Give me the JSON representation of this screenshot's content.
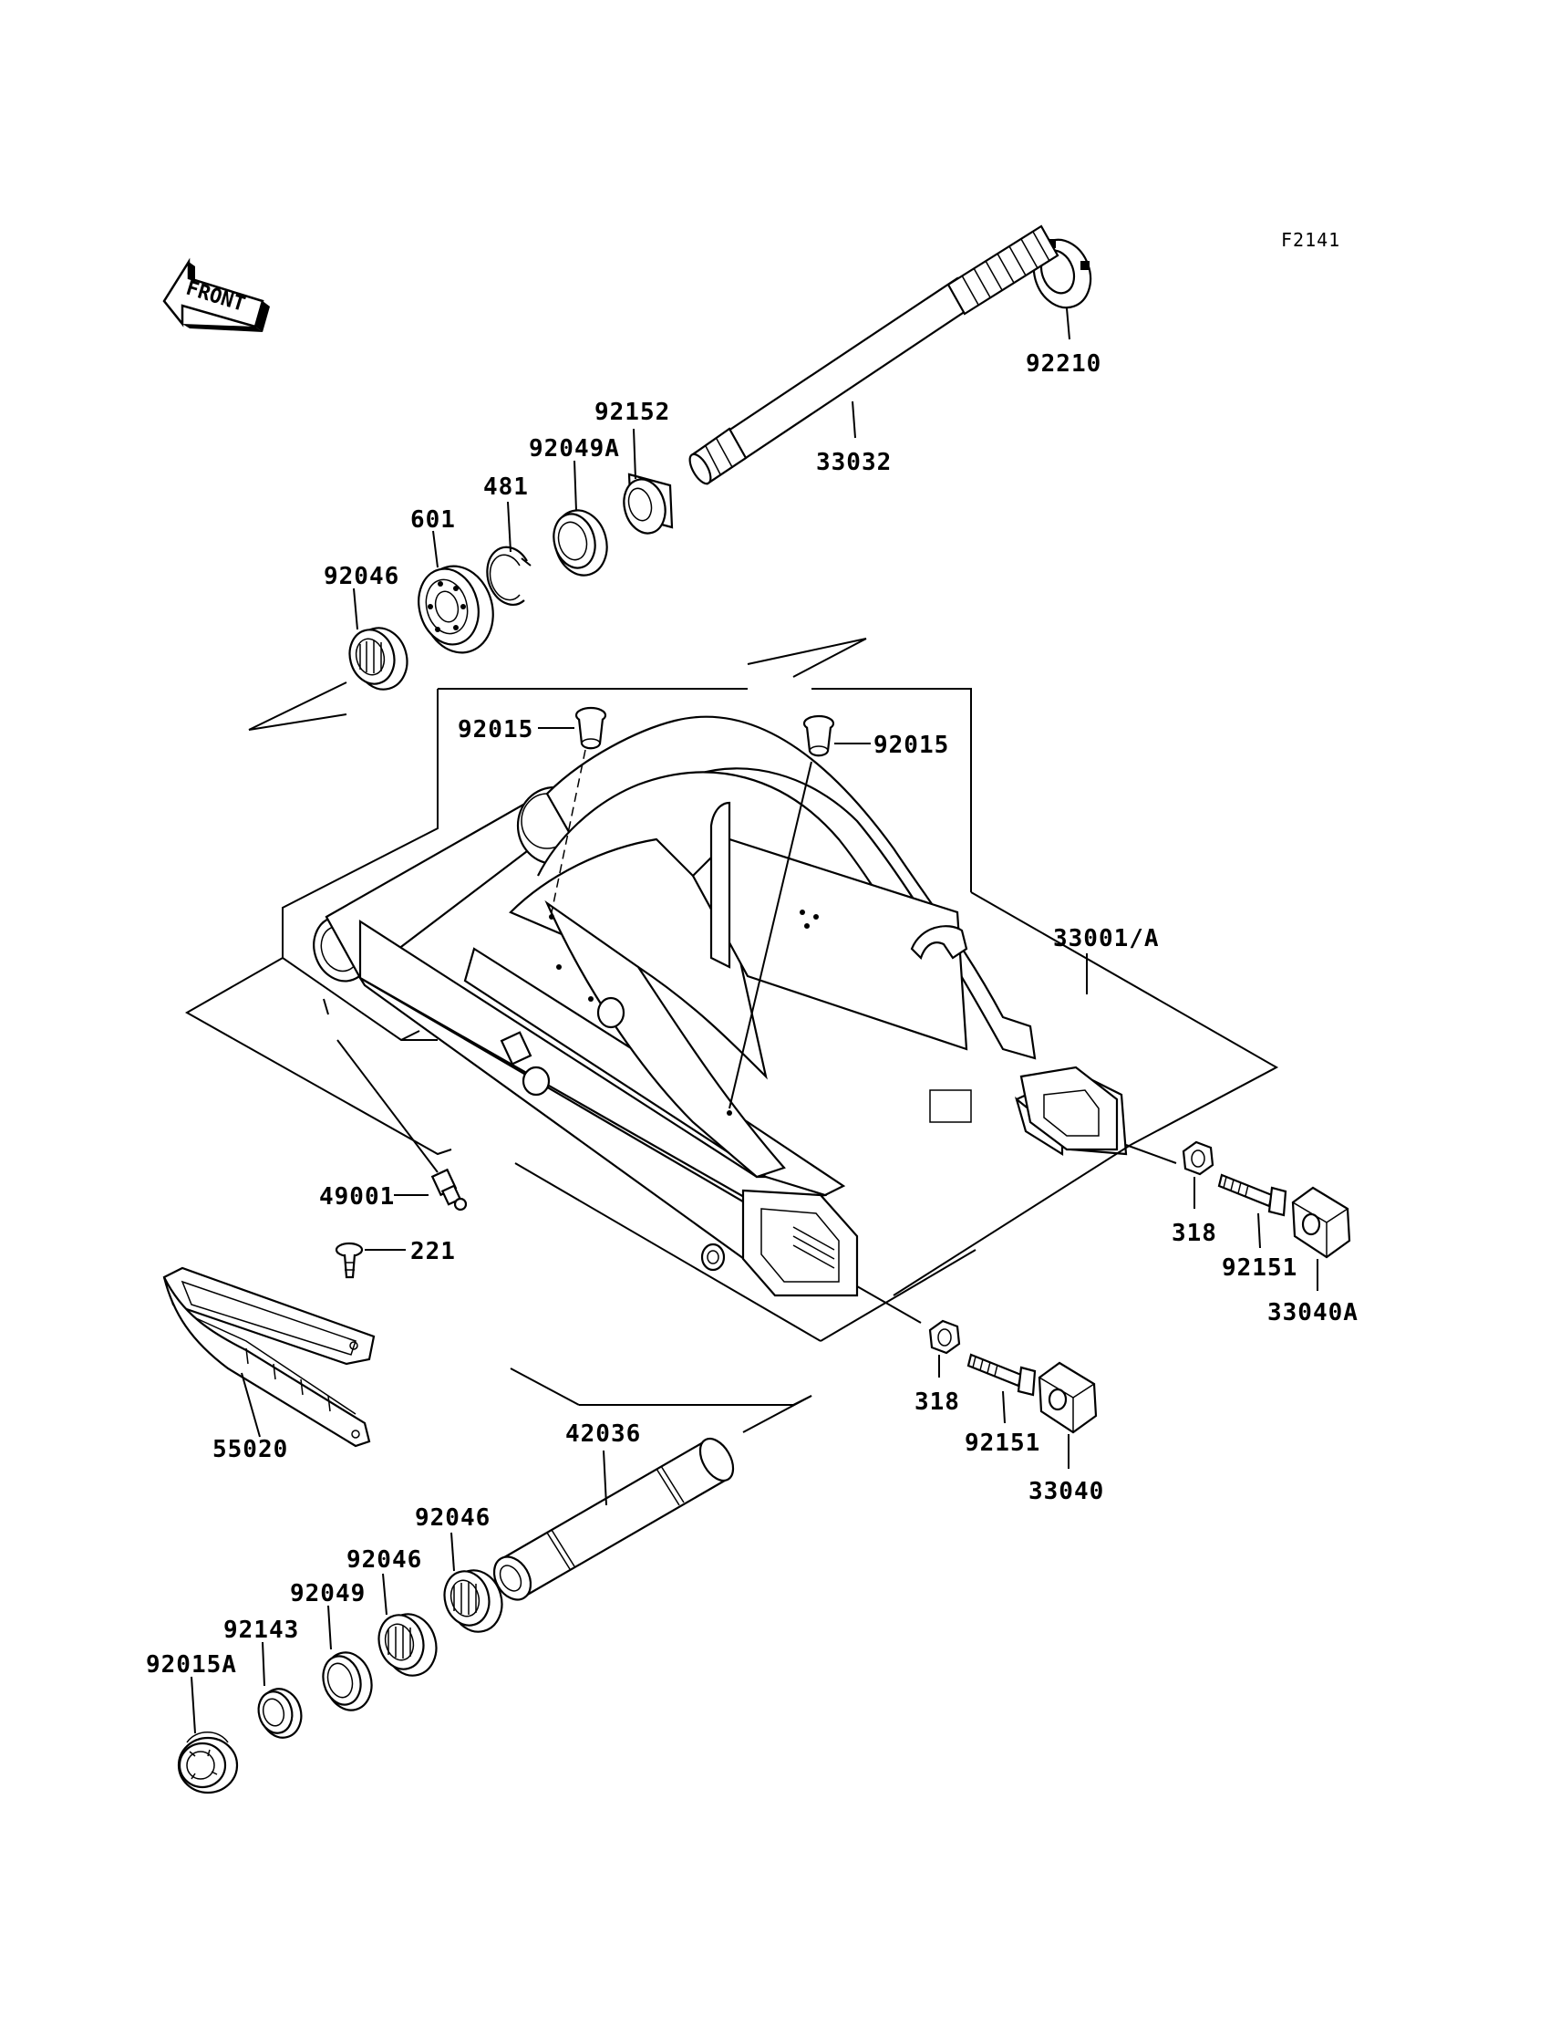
{
  "diagram": {
    "code": "F2141",
    "front_label": "FRONT",
    "parts": [
      {
        "id": "p92210",
        "number": "92210",
        "icon": "nut-icon"
      },
      {
        "id": "p33032",
        "number": "33032",
        "icon": "pivot-shaft-icon"
      },
      {
        "id": "p92152",
        "number": "92152",
        "icon": "cap-icon"
      },
      {
        "id": "p92049A",
        "number": "92049A",
        "icon": "seal-icon"
      },
      {
        "id": "p481",
        "number": "481",
        "icon": "circlip-icon"
      },
      {
        "id": "p601",
        "number": "601",
        "icon": "ball-bearing-icon"
      },
      {
        "id": "p92046a",
        "number": "92046",
        "icon": "needle-bearing-icon"
      },
      {
        "id": "p92015a",
        "number": "92015",
        "icon": "grommet-icon"
      },
      {
        "id": "p92015b",
        "number": "92015",
        "icon": "grommet-icon"
      },
      {
        "id": "p33001A",
        "number": "33001/A",
        "icon": "swingarm-icon"
      },
      {
        "id": "p49001",
        "number": "49001",
        "icon": "grease-nipple-icon"
      },
      {
        "id": "p221",
        "number": "221",
        "icon": "screw-icon"
      },
      {
        "id": "p55020",
        "number": "55020",
        "icon": "chain-guard-icon"
      },
      {
        "id": "p318a",
        "number": "318",
        "icon": "nut-icon"
      },
      {
        "id": "p92151a",
        "number": "92151",
        "icon": "bolt-icon"
      },
      {
        "id": "p33040A",
        "number": "33040A",
        "icon": "chain-adjuster-block-icon"
      },
      {
        "id": "p318b",
        "number": "318",
        "icon": "nut-icon"
      },
      {
        "id": "p92151b",
        "number": "92151",
        "icon": "bolt-icon"
      },
      {
        "id": "p33040",
        "number": "33040",
        "icon": "chain-adjuster-block-icon"
      },
      {
        "id": "p42036",
        "number": "42036",
        "icon": "sleeve-icon"
      },
      {
        "id": "p92046b",
        "number": "92046",
        "icon": "needle-bearing-icon"
      },
      {
        "id": "p92046c",
        "number": "92046",
        "icon": "needle-bearing-icon"
      },
      {
        "id": "p92049",
        "number": "92049",
        "icon": "seal-icon"
      },
      {
        "id": "p92143",
        "number": "92143",
        "icon": "collar-icon"
      },
      {
        "id": "p92015A",
        "number": "92015A",
        "icon": "cap-icon"
      }
    ]
  }
}
